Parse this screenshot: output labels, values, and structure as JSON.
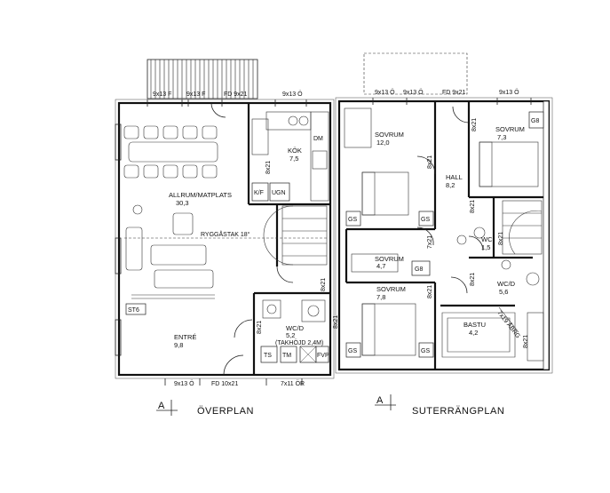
{
  "overplan": {
    "title": "ÖVERPLAN",
    "section_marker": "A",
    "window_labels": [
      "9x13 F",
      "9x13 F",
      "9x13 Ö",
      "9x13 Ö",
      "7x11 ÖR"
    ],
    "door_labels": [
      "FD 9x21",
      "FD 10x21",
      "8x21",
      "8x21",
      "8x21",
      "8x21"
    ],
    "rooms": {
      "allrum_name": "ALLRUM/MATPLATS",
      "allrum_area": "30,3",
      "kok_name": "KÖK",
      "kok_area": "7,5",
      "entre_name": "ENTRÉ",
      "entre_area": "9,8",
      "wcd_name": "WC/D",
      "wcd_area": "5,2",
      "wcd_note": "(TAKHÖJD 2,4M)"
    },
    "ryggastak": "RYGGÅSTAK 18°",
    "fixtures": [
      "DM",
      "K/F",
      "UGN",
      "ST6",
      "TS",
      "TM",
      "FVP"
    ]
  },
  "suterrangplan": {
    "title": "SUTERRÄNGPLAN",
    "section_marker": "A",
    "window_labels": [
      "9x13 Ö",
      "9x13 Ö",
      "9x13 Ö"
    ],
    "door_labels": [
      "FD 9x21",
      "8x21",
      "8x21",
      "8x21",
      "7x21",
      "8x21",
      "8x21",
      "8x21",
      "8x21",
      "7x19 ÅBRG"
    ],
    "rooms": {
      "sovrum1_name": "SOVRUM",
      "sovrum1_area": "12,0",
      "sovrum2_name": "SOVRUM",
      "sovrum2_area": "7,3",
      "sovrum3_name": "SOVRUM",
      "sovrum3_area": "4,7",
      "sovrum4_name": "SOVRUM",
      "sovrum4_area": "7,8",
      "hall_name": "HALL",
      "hall_area": "8,2",
      "wc_name": "WC",
      "wc_area": "1,5",
      "wcd_name": "WC/D",
      "wcd_area": "5,6",
      "bastu_name": "BASTU",
      "bastu_area": "4,2"
    },
    "fixtures": [
      "GS",
      "GS",
      "G8",
      "G8",
      "GS",
      "GS"
    ]
  }
}
